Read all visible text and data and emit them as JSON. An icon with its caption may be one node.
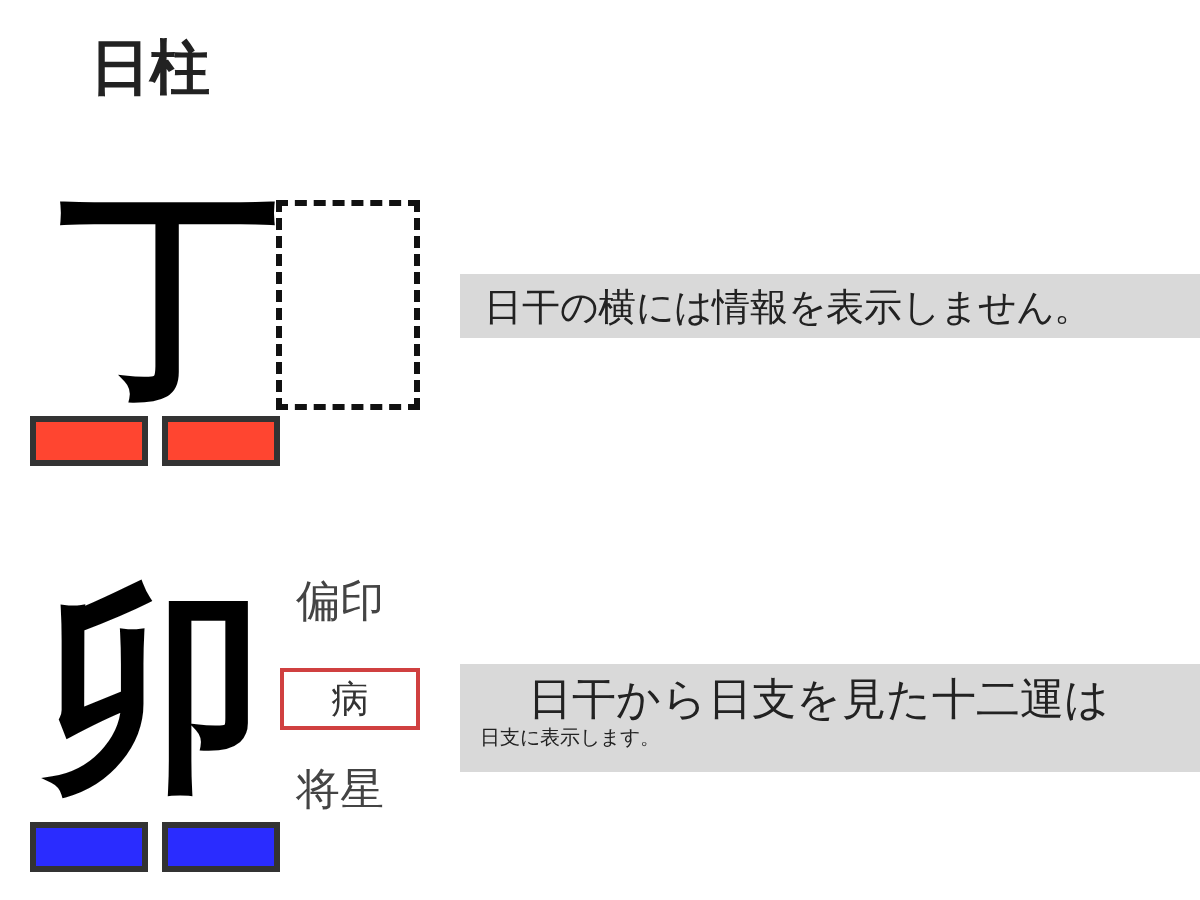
{
  "diagram": {
    "title": "日柱",
    "nodes": [
      {
        "text": [],
        "shape": "box"
      },
      {
        "text": [
          "日干の横には情報を表示しません。"
        ]
      },
      {
        "text": [
          "病"
        ]
      },
      {
        "text": [
          "日干から日支を見た十二運は",
          "日支に表示します。"
        ]
      },
      {
        "text": [],
        "shape": "bar"
      },
      {
        "text": [],
        "shape": "bar"
      },
      {
        "text": [],
        "shape": "bar"
      },
      {
        "text": [],
        "shape": "bar"
      }
    ],
    "labels": [
      "丁",
      "偏印",
      "卯",
      "将星"
    ]
  }
}
